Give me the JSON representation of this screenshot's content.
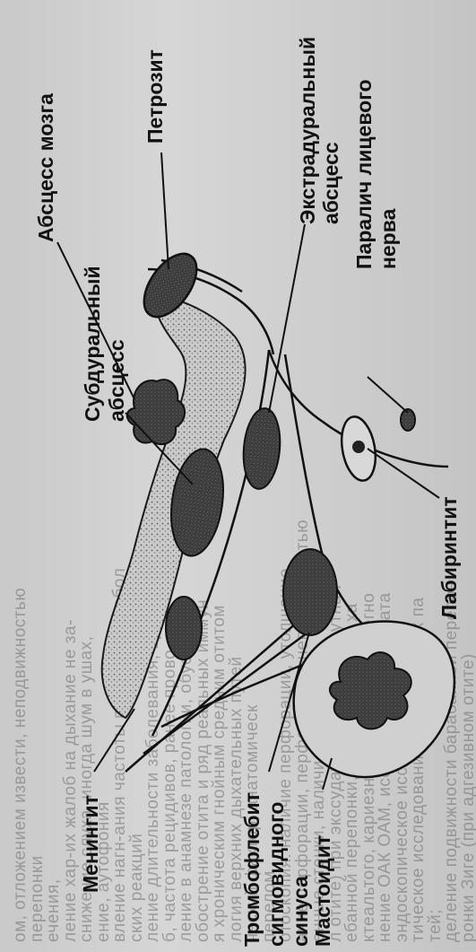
{
  "labels": {
    "brain_abscess": "Абсцесс мозга",
    "petrositis": "Петрозит",
    "extradural_abscess_1": "Экстрадуральный",
    "extradural_abscess_2": "абсцесс",
    "facial_palsy_1": "Паралич лицевого",
    "facial_palsy_2": "нерва",
    "subdural_abscess_1": "Субдуральный",
    "subdural_abscess_2": "абсцесс",
    "labyrinthitis": "Лабиринтит",
    "meningitis": "Менингит",
    "sinus_thrombophlebitis_1": "Тромбофлебит",
    "sinus_thrombophlebitis_2": "сигмовидного",
    "sinus_thrombophlebitis_3": "синуса",
    "mastoiditis": "Мастоидит"
  },
  "background_text": [
    "ом, отложением извести, неподвижностью",
    "перепонки",
    "ечения,",
    "ление хар-их жалоб на дыхание не за-",
    "снижение слуха, иногда шум в ушах,",
    "ение, аутофония",
    "вление нагн-ания частоты простудных забол",
    "ских реакций",
    "ление длительности заболевания, времени",
    "б, частота рецидивов, ранее прово",
    "ление в анамнезе патологии, обусловли",
    "обострение отита и ряд реальных иммун",
    "я хроническим гнойным средним отитом",
    "логия верхних дыхательных путей",
    "ческий фактор, анатомическ",
    "перелом",
    "отоскопия: наличие перфорации, утолщение",
    "ание перфорации, перфорация с неподвижностью",
    "енные стенки, наличие выделений",
    "л отите) при экссудативном отите - мутная",
    "ебанной перепонки, в зависимости от ха",
    "ктеальтого, кариезного, гнойного, синегно",
    "нение ОАК ОАМ, исследование экссудата",
    "эндоскопическое исследование носо",
    "тическое исследование околоносовых па",
    "тей;",
    "деление подвижности барабанной перепон",
    "ронки Зиге (при адгезивном отите)"
  ]
}
